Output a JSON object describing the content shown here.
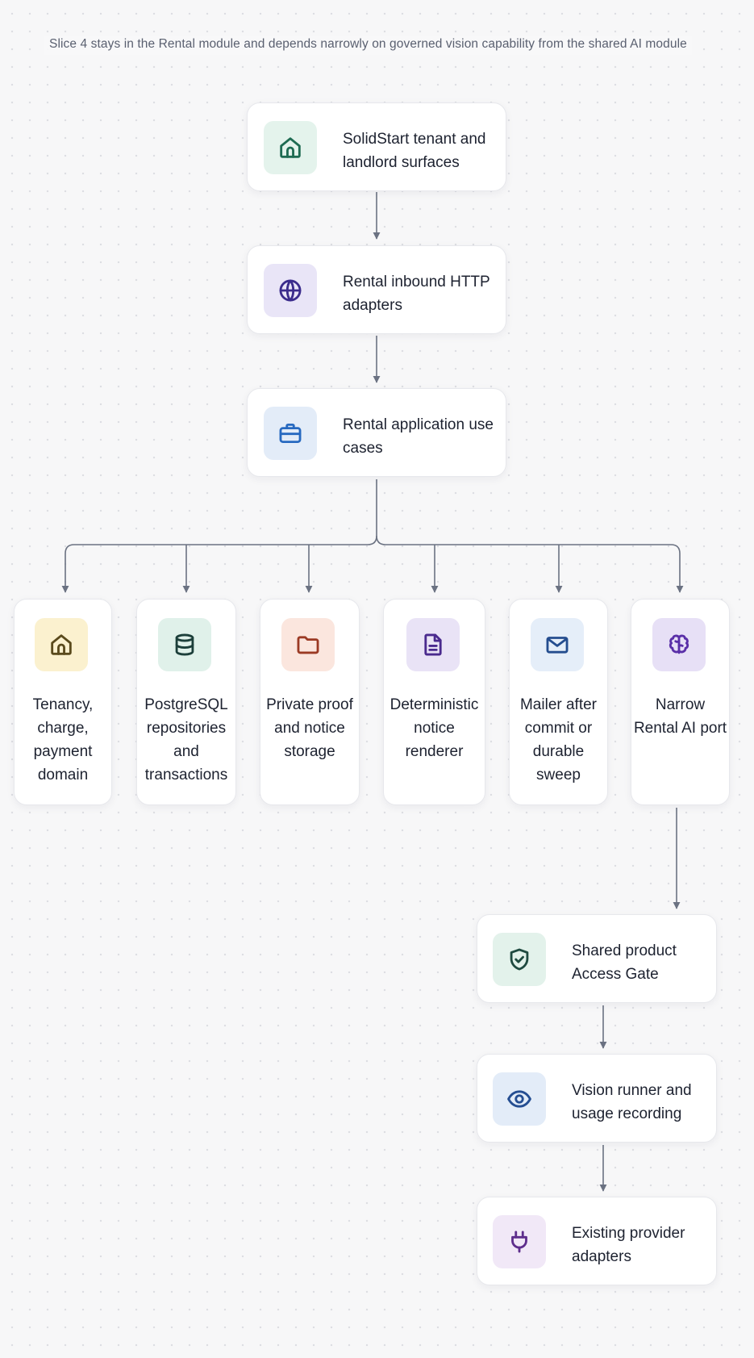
{
  "caption": "Slice 4 stays in the Rental module and depends narrowly on governed vision capability from the shared AI module",
  "nodes": {
    "surfaces": {
      "label": "SolidStart tenant and landlord surfaces",
      "icon": "home-icon"
    },
    "inbound": {
      "label": "Rental inbound HTTP adapters",
      "icon": "globe-icon"
    },
    "usecases": {
      "label": "Rental application use cases",
      "icon": "briefcase-icon"
    },
    "domain": {
      "label": "Tenancy, charge, payment domain",
      "icon": "home-icon"
    },
    "repos": {
      "label": "PostgreSQL repositories and transactions",
      "icon": "database-icon"
    },
    "storage": {
      "label": "Private proof and notice storage",
      "icon": "folder-icon"
    },
    "renderer": {
      "label": "Deterministic notice renderer",
      "icon": "document-icon"
    },
    "mailer": {
      "label": "Mailer after commit or durable sweep",
      "icon": "mail-icon"
    },
    "aiport": {
      "label": "Narrow Rental AI port",
      "icon": "brain-icon"
    },
    "gate": {
      "label": "Shared product Access Gate",
      "icon": "shield-check-icon"
    },
    "vision": {
      "label": "Vision runner and usage recording",
      "icon": "eye-icon"
    },
    "providers": {
      "label": "Existing provider adapters",
      "icon": "plug-icon"
    }
  },
  "edge_color": "#6b7282"
}
